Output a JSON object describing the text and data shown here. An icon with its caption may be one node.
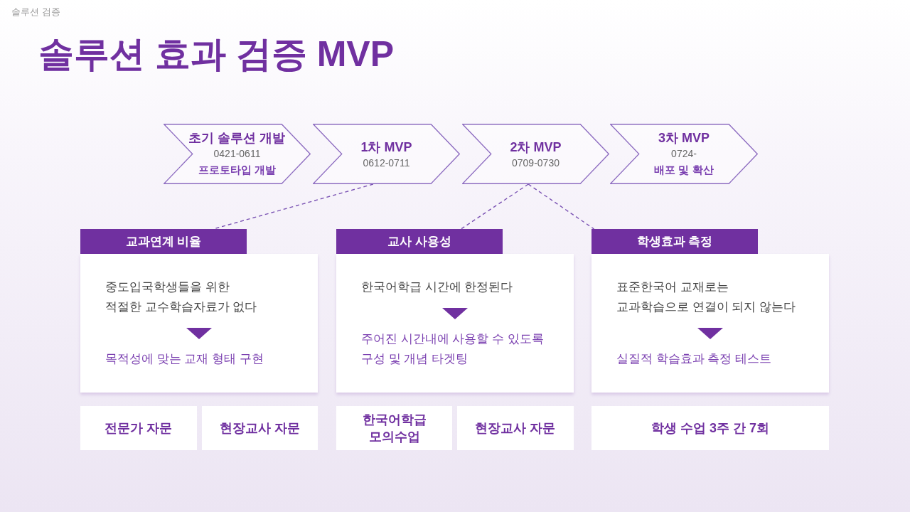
{
  "diagram": {
    "title": "솔루션 효과 검증 MVP",
    "nodes": [
      {
        "text": [
          "초기 솔루션 개발",
          "0421-0611",
          "프로토타입 개발"
        ]
      },
      {
        "text": [
          "1차 MVP",
          "0612-0711"
        ]
      },
      {
        "text": [
          "2차 MVP",
          "0709-0730"
        ]
      },
      {
        "text": [
          "3차 MVP",
          "0724-",
          "배포 및 확산"
        ]
      },
      {
        "text": [
          "교과연계 비율"
        ]
      },
      {
        "text": [
          "교사 사용성"
        ]
      },
      {
        "text": [
          "학생효과 측정"
        ]
      },
      {
        "text": [
          "중도입국학생들을 위한 적절한 교수학습자료가 없다",
          "목적성에 맞는 교재 형태 구현"
        ]
      },
      {
        "text": [
          "한국어학급 시간에 한정된다",
          "주어진 시간내에 사용할 수 있도록 구성 및 개념 타겟팅"
        ]
      },
      {
        "text": [
          "표준한국어 교재로는 교과학습으로 연결이 되지 않는다",
          "실질적 학습효과 측정 테스트"
        ]
      },
      {
        "text": [
          "전문가 자문"
        ]
      },
      {
        "text": [
          "현장교사 자문"
        ]
      },
      {
        "text": [
          "한국어학급 모의수업"
        ]
      },
      {
        "text": [
          "현장교사 자문"
        ]
      },
      {
        "text": [
          "학생 수업 3주 간 7회"
        ]
      }
    ],
    "edges": [
      {
        "from": 1,
        "to": 4,
        "arrow": "none",
        "style": "dashed"
      },
      {
        "from": 2,
        "to": 5,
        "arrow": "none",
        "style": "dashed"
      },
      {
        "from": 2,
        "to": 6,
        "arrow": "none",
        "style": "dashed"
      }
    ],
    "labels": [
      "솔루션 검증"
    ]
  }
}
